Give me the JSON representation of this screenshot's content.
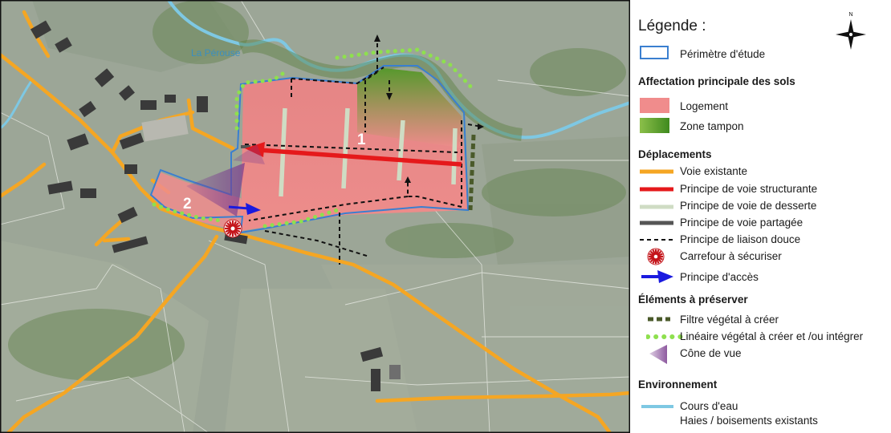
{
  "legend": {
    "title": "Légende :",
    "study_perimeter": "Périmètre d'étude",
    "sections": {
      "land_use": "Affectation principale des sols",
      "movement": "Déplacements",
      "preserve": "Éléments à préserver",
      "environment": "Environnement"
    },
    "land_use": [
      "Logement",
      "Zone tampon"
    ],
    "movement": [
      "Voie existante",
      "Principe de voie structurante",
      "Principe de voie de desserte",
      "Principe de voie partagée",
      "Principe de liaison douce",
      "Carrefour à sécuriser",
      "Principe d'accès"
    ],
    "preserve": [
      "Filtre végétal à créer",
      "Linéaire végétal à créer et /ou intégrer",
      "Cône de vue"
    ],
    "environment": [
      "Cours d'eau",
      "Haies / boisements existants"
    ]
  },
  "map": {
    "river_label": "La Pérouse",
    "zone_1": "1",
    "zone_2": "2",
    "compass": "N"
  },
  "colors": {
    "housing": "#f08c8c",
    "buffer": "#5aa02c",
    "existing_road": "#f5a623",
    "structuring_road": "#e5191b",
    "service_road": "#cfdcc4",
    "shared_road": "#555555",
    "perimeter": "#3a7fd0",
    "river": "#7ec8e3",
    "hedge_filter": "#4a5a2a",
    "green_line": "#8ee04e",
    "access_arrow": "#1a1adf",
    "view_cone": "#8a5a9e"
  }
}
